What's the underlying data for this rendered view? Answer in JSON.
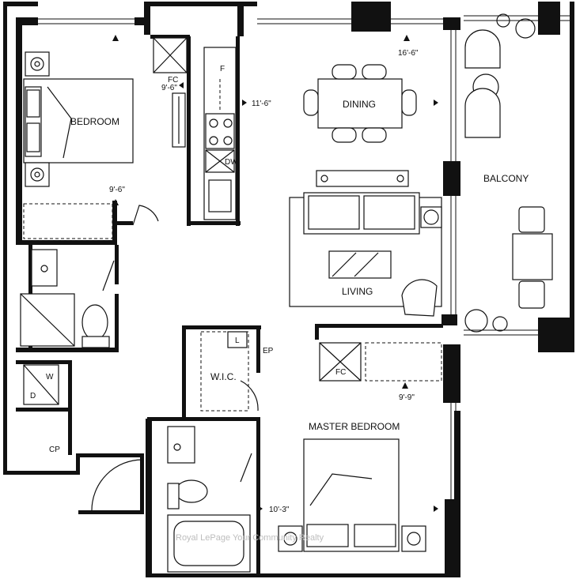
{
  "rooms": {
    "bedroom": "BEDROOM",
    "dining": "DINING",
    "balcony": "BALCONY",
    "living": "LIVING",
    "wic": "W.I.C.",
    "master_bedroom": "MASTER BEDROOM"
  },
  "fixtures": {
    "fc_top": "FC",
    "fc_master": "FC",
    "fridge": "F",
    "dishwasher": "DW",
    "linen": "L",
    "ep": "EP",
    "washer": "W",
    "dryer": "D",
    "cp": "CP"
  },
  "dimensions": {
    "bedroom_width": "9'-6\"",
    "bedroom_length": "9'-6\"",
    "kitchen": "11'-6\"",
    "living_dining": "16'-6\"",
    "master_width": "9'-9\"",
    "master_length": "10'-3\""
  },
  "watermark": "Royal LePage Your Community Realty"
}
